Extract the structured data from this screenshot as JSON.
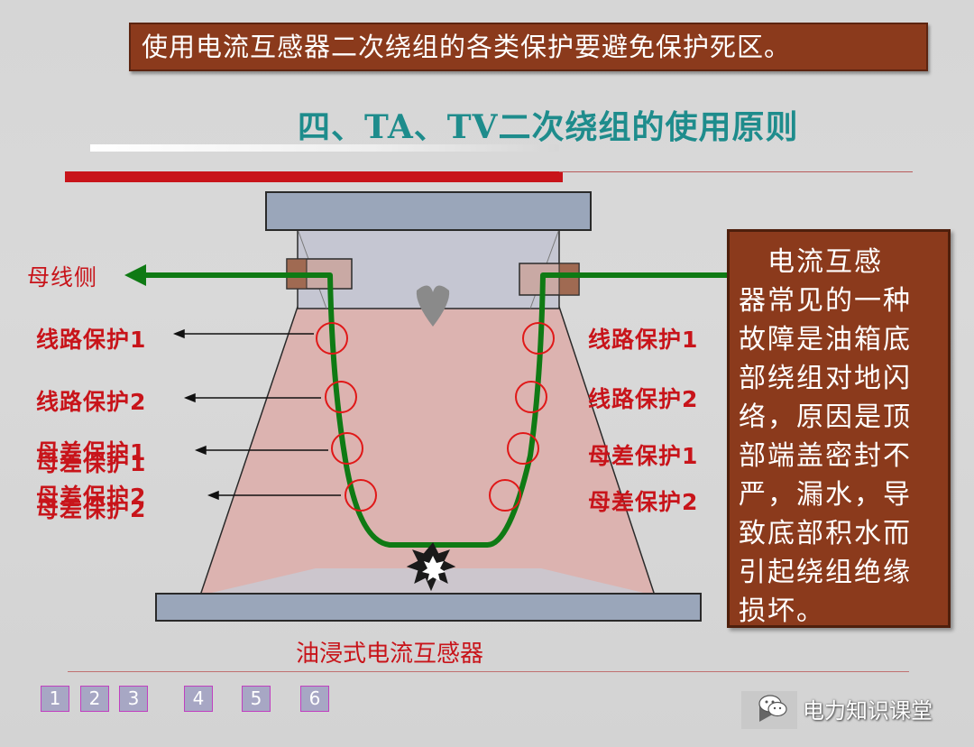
{
  "banner": {
    "text": "使用电流互感器二次绕组的各类保护要避免保护死区。"
  },
  "title": {
    "text": "四、TA、TV二次绕组的使用原则"
  },
  "diagram": {
    "busbar_side_label": "母线侧",
    "left_labels": [
      {
        "text": "线路保护1"
      },
      {
        "text": "线路保护2"
      },
      {
        "text": "母差保护1"
      },
      {
        "text": "母差保护2"
      }
    ],
    "left_label_ghosts": [
      {
        "text": "母差保护1"
      },
      {
        "text": "母差保护2"
      }
    ],
    "right_labels": [
      {
        "text": "线路保护1"
      },
      {
        "text": "线路保护2"
      },
      {
        "text": "母差保护1"
      },
      {
        "text": "母差保护2"
      }
    ],
    "caption": "油浸式电流互感器",
    "colors": {
      "conductor": "#0f7a14",
      "ring": "#e01818",
      "oil": "#dcb3b0",
      "frame": "#9aa6ba"
    }
  },
  "textbox": {
    "lines": [
      "　电流互感",
      "器常见的一种",
      "故障是油箱底",
      "部绕组对地闪",
      "络，原因是顶",
      "部端盖密封不",
      "严，漏水，导",
      "致底部积水而",
      "引起绕组绝缘",
      "损坏。"
    ]
  },
  "nav": {
    "buttons": [
      "1",
      "2",
      "3",
      "4",
      "5",
      "6"
    ]
  },
  "watermark": {
    "text": "电力知识课堂",
    "icon": "wechat-icon"
  }
}
